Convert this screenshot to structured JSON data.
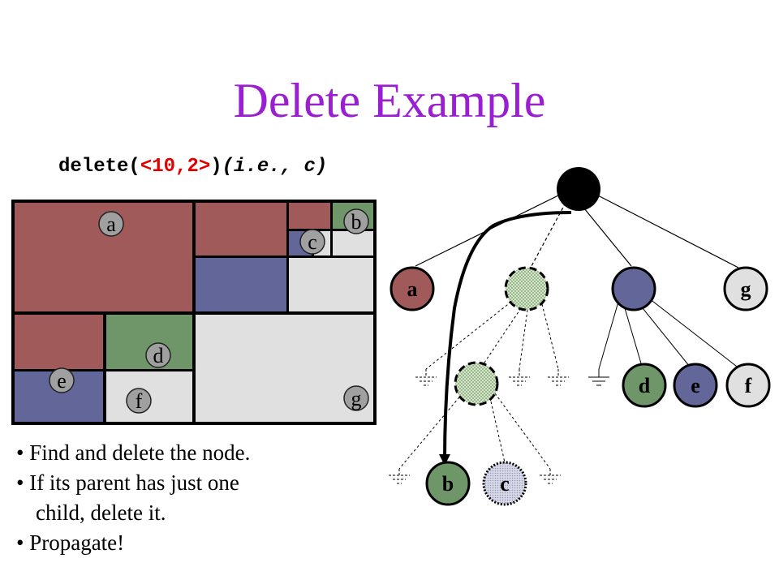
{
  "slide": {
    "title": "Delete Example",
    "code": {
      "prefix": "delete(",
      "arg": "<10,2>",
      "suffix": ")",
      "note": "(i.e., c)"
    },
    "bullets": [
      "• Find and delete the node.",
      "• If its parent has just one",
      "child, delete it.",
      "• Propagate!"
    ]
  },
  "region_labels": [
    "a",
    "b",
    "c",
    "d",
    "e",
    "f",
    "g"
  ],
  "tree_labels": [
    "a",
    "g",
    "d",
    "e",
    "f",
    "b",
    "c"
  ],
  "colors": {
    "red": "#a05a5a",
    "blue": "#626699",
    "green": "#6e9669",
    "grey": "#e0e0e0",
    "title": "#9a1fd0",
    "highlight": "#e00000"
  }
}
